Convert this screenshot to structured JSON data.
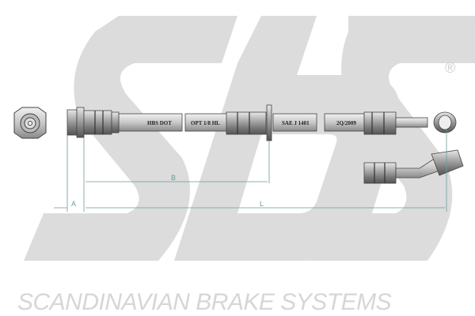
{
  "logo": {
    "text": "sbs",
    "registered": "®"
  },
  "hose_labels": [
    "HBS DOT",
    "OPT 1/8 HL",
    "SAE J 1401",
    "2Q/2009"
  ],
  "dimensions": {
    "a": "A",
    "b": "B",
    "l": "L"
  },
  "footer": {
    "brand_name": "SCANDINAVIAN BRAKE SYSTEMS"
  },
  "colors": {
    "watermark": "#dcdcdc",
    "dimension_line": "#6a9a9a",
    "metal": "#9a9a9a"
  }
}
